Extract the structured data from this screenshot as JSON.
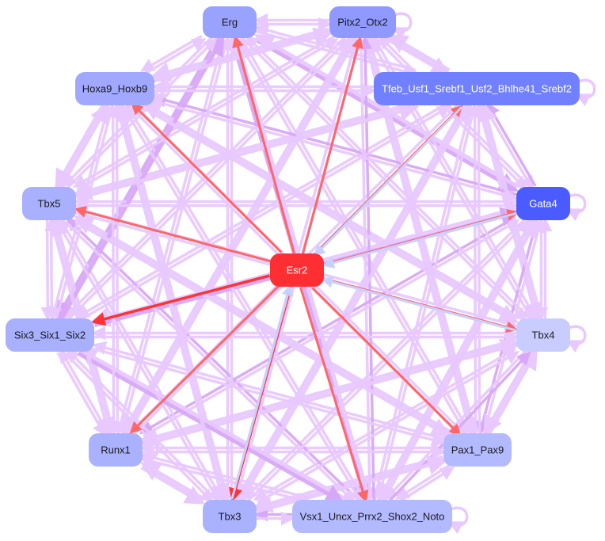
{
  "diagram": {
    "type": "directed-network",
    "nodes": [
      {
        "id": "Erg",
        "label": "Erg",
        "fill": "#99a3ff",
        "text_color": "#1a1a1a",
        "self_loop": false
      },
      {
        "id": "Pitx2_Otx2",
        "label": "Pitx2_Otx2",
        "fill": "#8f99ff",
        "text_color": "#1a1a1a",
        "self_loop": true
      },
      {
        "id": "Tfeb",
        "label": "Tfeb_Usf1_Srebf1_Usf2_Bhlhe41_Srebf2",
        "fill": "#7080ff",
        "text_color": "#ffffff",
        "self_loop": true
      },
      {
        "id": "Gata4",
        "label": "Gata4",
        "fill": "#4a5cff",
        "text_color": "#ffffff",
        "self_loop": true
      },
      {
        "id": "Tbx4",
        "label": "Tbx4",
        "fill": "#c8ccff",
        "text_color": "#1a1a1a",
        "self_loop": true
      },
      {
        "id": "Pax1_Pax9",
        "label": "Pax1_Pax9",
        "fill": "#b4baff",
        "text_color": "#1a1a1a",
        "self_loop": false
      },
      {
        "id": "Vsx1",
        "label": "Vsx1_Uncx_Prrx2_Shox2_Noto",
        "fill": "#b4baff",
        "text_color": "#1a1a1a",
        "self_loop": true
      },
      {
        "id": "Tbx3",
        "label": "Tbx3",
        "fill": "#aab2ff",
        "text_color": "#1a1a1a",
        "self_loop": false
      },
      {
        "id": "Runx1",
        "label": "Runx1",
        "fill": "#aab2ff",
        "text_color": "#1a1a1a",
        "self_loop": true
      },
      {
        "id": "Six3",
        "label": "Six3_Six1_Six2",
        "fill": "#a8b0ff",
        "text_color": "#1a1a1a",
        "self_loop": false
      },
      {
        "id": "Tbx5",
        "label": "Tbx5",
        "fill": "#a8b0ff",
        "text_color": "#1a1a1a",
        "self_loop": false
      },
      {
        "id": "Hoxa9_Hoxb9",
        "label": "Hoxa9_Hoxb9",
        "fill": "#a0a8ff",
        "text_color": "#1a1a1a",
        "self_loop": true
      },
      {
        "id": "Esr2",
        "label": "Esr2",
        "fill": "#ff2e33",
        "text_color": "#ffffff",
        "self_loop": false
      }
    ],
    "edge_colors": {
      "default": "#e8c8ff",
      "strong": "#d8a8f8",
      "esr2_out": "#ff6666",
      "esr2_out_strong": "#ff3333",
      "esr2_in": "#c8d0ff"
    },
    "esr2_edges": [
      {
        "from": "Esr2",
        "to": "Erg",
        "kind": "esr2_out"
      },
      {
        "from": "Esr2",
        "to": "Pitx2_Otx2",
        "kind": "esr2_out"
      },
      {
        "from": "Esr2",
        "to": "Tfeb",
        "kind": "esr2_out"
      },
      {
        "from": "Tfeb",
        "to": "Esr2",
        "kind": "esr2_in"
      },
      {
        "from": "Esr2",
        "to": "Gata4",
        "kind": "esr2_out"
      },
      {
        "from": "Gata4",
        "to": "Esr2",
        "kind": "esr2_in"
      },
      {
        "from": "Esr2",
        "to": "Tbx4",
        "kind": "esr2_out"
      },
      {
        "from": "Tbx4",
        "to": "Esr2",
        "kind": "esr2_in"
      },
      {
        "from": "Esr2",
        "to": "Pax1_Pax9",
        "kind": "esr2_out"
      },
      {
        "from": "Esr2",
        "to": "Vsx1",
        "kind": "esr2_out"
      },
      {
        "from": "Esr2",
        "to": "Tbx3",
        "kind": "esr2_out_strong"
      },
      {
        "from": "Tbx3",
        "to": "Esr2",
        "kind": "esr2_in"
      },
      {
        "from": "Esr2",
        "to": "Runx1",
        "kind": "esr2_out"
      },
      {
        "from": "Esr2",
        "to": "Six3",
        "kind": "esr2_out_strong"
      },
      {
        "from": "Esr2",
        "to": "Tbx5",
        "kind": "esr2_out"
      },
      {
        "from": "Esr2",
        "to": "Hoxa9_Hoxb9",
        "kind": "esr2_out"
      }
    ]
  }
}
